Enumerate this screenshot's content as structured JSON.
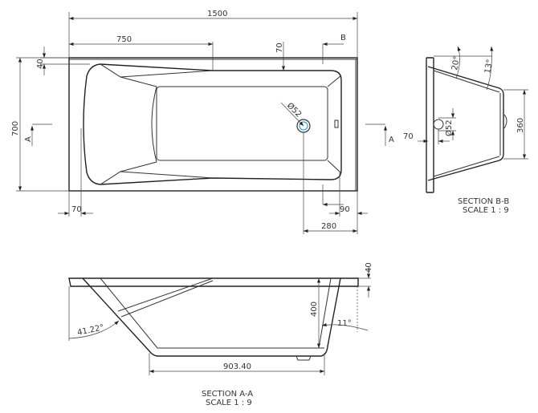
{
  "top_view": {
    "dims": {
      "length": "1500",
      "half_length": "750",
      "rim_top": "70",
      "rim_side": "40",
      "width": "700",
      "rim_left": "70",
      "drain_offset_end": "280",
      "end_rim": "90",
      "drain_dia": "Ø52"
    },
    "section_markers": {
      "a": "A",
      "a_right": "A",
      "b": "B"
    }
  },
  "section_b": {
    "dims": {
      "angle1": "20°",
      "angle2": "13°",
      "drain_dia": "Ø52",
      "floor_height": "360",
      "offset": "70"
    },
    "title": "SECTION B-B",
    "scale": "SCALE 1 : 9"
  },
  "section_a": {
    "dims": {
      "rim": "40",
      "depth": "400",
      "angle_end": "11°",
      "angle_back": "41.22°",
      "floor_length": "903.40"
    },
    "title": "SECTION A-A",
    "scale": "SCALE 1 : 9"
  },
  "colors": {
    "line": "#333333",
    "drain_ring": "#3aa0e0"
  }
}
